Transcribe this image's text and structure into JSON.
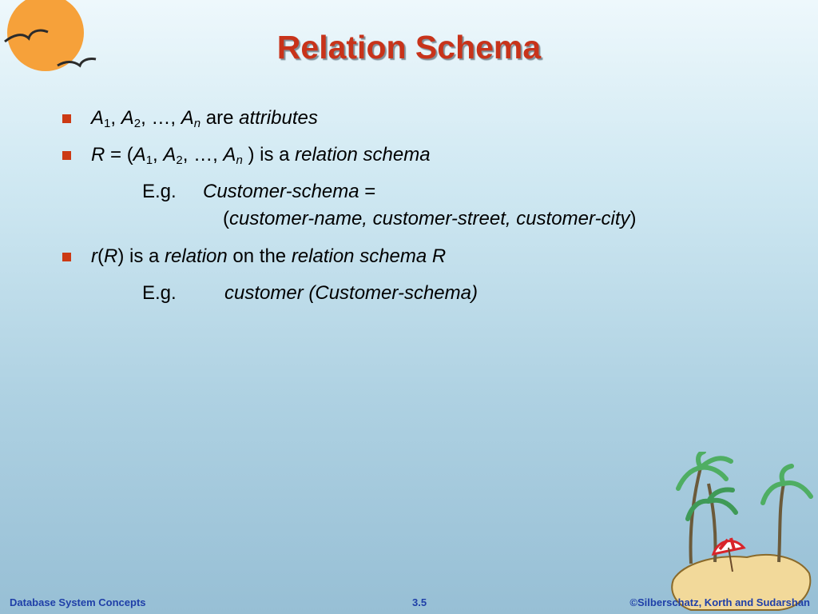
{
  "slide": {
    "title": "Relation Schema",
    "bullets": [
      {
        "t1": "A",
        "s1": "1",
        "t2": ", ",
        "t3": "A",
        "s2": "2",
        "t4": ", …, ",
        "t5": "A",
        "s3": "n",
        "t6": " are ",
        "t7": "attributes"
      },
      {
        "t1": "R",
        "t2": " = (",
        "t3": "A",
        "s1": "1",
        "t4": ", ",
        "t5": "A",
        "s2": "2",
        "t6": ", …, ",
        "t7": "A",
        "s3": "n",
        "t8": " ) is a ",
        "t9": "relation schema"
      },
      {
        "t1": "r",
        "t2": "(",
        "t3": "R",
        "t4": ") is a ",
        "t5": "relation",
        "t6": " on the ",
        "t7": "relation schema R"
      }
    ],
    "example1": {
      "label": "E.g.",
      "line1_italic": "Customer-schema",
      "line1_eq": " =",
      "line2_open": "(",
      "line2_italic": "customer-name, customer-street, customer-city",
      "line2_close": ")"
    },
    "example2": {
      "label": "E.g.",
      "italic": "customer (Customer-schema)"
    }
  },
  "footer": {
    "left": "Database System Concepts",
    "center": "3.5",
    "right": "©Silberschatz, Korth and Sudarshan"
  },
  "colors": {
    "title": "#c8331a",
    "bullet": "#cc3a14",
    "footer": "#1f3fa8",
    "sun": "#f6a13a"
  },
  "icons": {
    "corner": "sun-with-birds-icon",
    "island": "palm-island-icon"
  }
}
